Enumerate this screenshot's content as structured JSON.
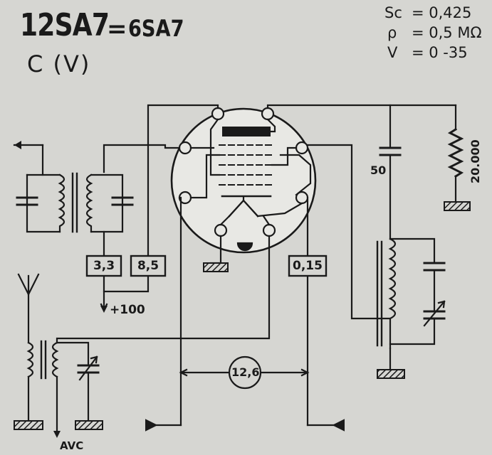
{
  "title": {
    "tube": "12SA7",
    "equals": "=",
    "equivalent": "6SA7",
    "subtitle": "C (V)"
  },
  "specs": [
    {
      "symbol": "Sc",
      "value": "= 0,425"
    },
    {
      "symbol": "ρ",
      "value": "= 0,5 MΩ"
    },
    {
      "symbol": "V",
      "value": "= 0 -35"
    }
  ],
  "labels": {
    "box_3_3": "3,3",
    "box_8_5": "8,5",
    "box_0_15": "0,15",
    "supply": "+100",
    "heater": "12,6",
    "cap_50": "50",
    "res_20000": "20.000",
    "avc": "AVC"
  },
  "colors": {
    "ink": "#1a1a1a",
    "paper": "#d6d6d2",
    "tube_fill": "#e8e8e4"
  }
}
